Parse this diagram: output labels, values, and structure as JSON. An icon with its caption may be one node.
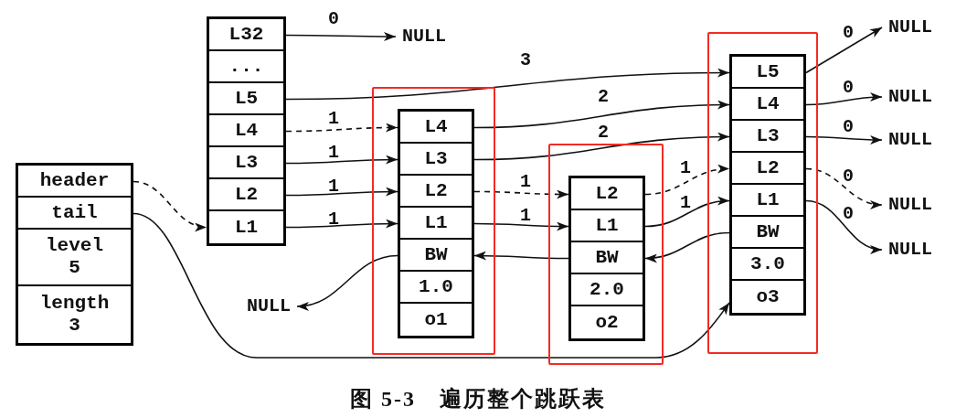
{
  "diagram": {
    "caption": "图 5-3　遍历整个跳跃表",
    "nodes": [
      {
        "text": [],
        "shape": "box"
      },
      {
        "text": [
          "header"
        ],
        "in": 0
      },
      {
        "text": [
          "tail"
        ],
        "in": 0
      },
      {
        "text": [
          "level",
          "5"
        ],
        "in": 0
      },
      {
        "text": [
          "length",
          "3"
        ],
        "in": 0
      },
      {
        "text": [],
        "shape": "box"
      },
      {
        "text": [
          "L32"
        ],
        "in": 5
      },
      {
        "text": [
          "..."
        ],
        "in": 5
      },
      {
        "text": [
          "L5"
        ],
        "in": 5
      },
      {
        "text": [
          "L4"
        ],
        "in": 5
      },
      {
        "text": [
          "L3"
        ],
        "in": 5
      },
      {
        "text": [
          "L2"
        ],
        "in": 5
      },
      {
        "text": [
          "L1"
        ],
        "in": 5
      },
      {
        "text": [],
        "shape": "box"
      },
      {
        "text": [],
        "shape": "box",
        "in": 13
      },
      {
        "text": [
          "L4"
        ],
        "in": 14
      },
      {
        "text": [
          "L3"
        ],
        "in": 14
      },
      {
        "text": [
          "L2"
        ],
        "in": 14
      },
      {
        "text": [
          "L1"
        ],
        "in": 14
      },
      {
        "text": [
          "BW"
        ],
        "in": 14
      },
      {
        "text": [
          "1.0"
        ],
        "in": 14
      },
      {
        "text": [
          "o1"
        ],
        "in": 14
      },
      {
        "text": [],
        "shape": "box"
      },
      {
        "text": [],
        "shape": "box",
        "in": 22
      },
      {
        "text": [
          "L2"
        ],
        "in": 23
      },
      {
        "text": [
          "L1"
        ],
        "in": 23
      },
      {
        "text": [
          "BW"
        ],
        "in": 23
      },
      {
        "text": [
          "2.0"
        ],
        "in": 23
      },
      {
        "text": [
          "o2"
        ],
        "in": 23
      },
      {
        "text": [],
        "shape": "box"
      },
      {
        "text": [],
        "shape": "box",
        "in": 29
      },
      {
        "text": [
          "L5"
        ],
        "in": 30
      },
      {
        "text": [
          "L4"
        ],
        "in": 30
      },
      {
        "text": [
          "L3"
        ],
        "in": 30
      },
      {
        "text": [
          "L2"
        ],
        "in": 30
      },
      {
        "text": [
          "L1"
        ],
        "in": 30
      },
      {
        "text": [
          "BW"
        ],
        "in": 30
      },
      {
        "text": [
          "3.0"
        ],
        "in": 30
      },
      {
        "text": [
          "o3"
        ],
        "in": 30
      },
      {
        "text": [
          "NULL"
        ]
      },
      {
        "text": [
          "NULL"
        ]
      },
      {
        "text": [
          "NULL"
        ]
      },
      {
        "text": [
          "NULL"
        ]
      },
      {
        "text": [
          "NULL"
        ]
      },
      {
        "text": [
          "NULL"
        ]
      },
      {
        "text": [
          "NULL"
        ]
      }
    ],
    "edges": [
      {
        "from": 1,
        "to": 12,
        "arrow": "to",
        "style": "dashed"
      },
      {
        "from": 2,
        "to": 30,
        "arrow": "to"
      },
      {
        "from": 6,
        "to": 39,
        "arrow": "to",
        "label": "0"
      },
      {
        "from": 8,
        "to": 31,
        "arrow": "to",
        "label": "3"
      },
      {
        "from": 9,
        "to": 15,
        "arrow": "to",
        "label": "1",
        "style": "dashed"
      },
      {
        "from": 10,
        "to": 16,
        "arrow": "to",
        "label": "1"
      },
      {
        "from": 11,
        "to": 17,
        "arrow": "to",
        "label": "1"
      },
      {
        "from": 12,
        "to": 18,
        "arrow": "to",
        "label": "1"
      },
      {
        "from": 15,
        "to": 32,
        "arrow": "to",
        "label": "2"
      },
      {
        "from": 16,
        "to": 33,
        "arrow": "to",
        "label": "2"
      },
      {
        "from": 17,
        "to": 24,
        "arrow": "to",
        "label": "1",
        "style": "dashed"
      },
      {
        "from": 18,
        "to": 25,
        "arrow": "to",
        "label": "1"
      },
      {
        "from": 19,
        "to": 40,
        "arrow": "to"
      },
      {
        "from": 24,
        "to": 34,
        "arrow": "to",
        "label": "1",
        "style": "dashed"
      },
      {
        "from": 25,
        "to": 35,
        "arrow": "to",
        "label": "1"
      },
      {
        "from": 26,
        "to": 19,
        "arrow": "to"
      },
      {
        "from": 36,
        "to": 26,
        "arrow": "to"
      },
      {
        "from": 31,
        "to": 41,
        "arrow": "to",
        "label": "0"
      },
      {
        "from": 32,
        "to": 42,
        "arrow": "to",
        "label": "0"
      },
      {
        "from": 33,
        "to": 43,
        "arrow": "to",
        "label": "0"
      },
      {
        "from": 34,
        "to": 44,
        "arrow": "to",
        "label": "0",
        "style": "dashed"
      },
      {
        "from": 35,
        "to": 45,
        "arrow": "to",
        "label": "0"
      }
    ]
  }
}
